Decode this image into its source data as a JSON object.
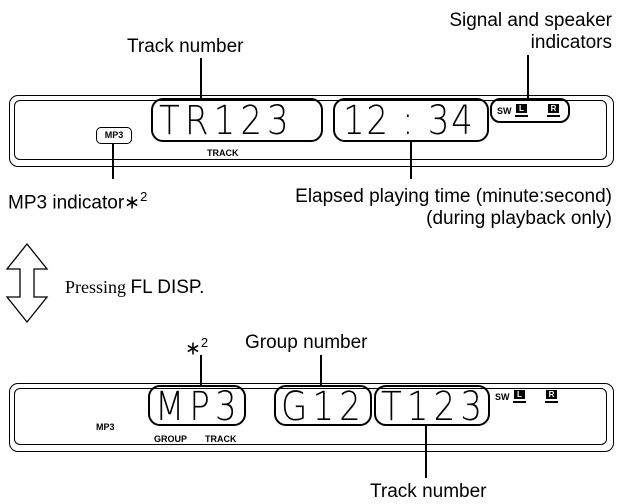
{
  "top_display": {
    "track_label": "Track number",
    "signal_label_line1": "Signal and speaker",
    "signal_label_line2": "indicators",
    "track_text": "TR123",
    "time_text": "12 : 34",
    "sw_text": "SW",
    "left_speaker": "L",
    "right_speaker": "R",
    "mp3_badge": "MP3",
    "track_small": "TRACK",
    "mp3_indicator_label": "MP3 indicator∗",
    "mp3_indicator_sup": "2",
    "elapsed_line1": "Elapsed playing time (minute:second)",
    "elapsed_line2": "(during playback only)"
  },
  "switch": {
    "pressing": "Pressing ",
    "button_name": "FL DISP."
  },
  "bottom_display": {
    "star_label": "∗",
    "star_sup": "2",
    "group_label": "Group number",
    "mp3_text": "MP3",
    "group_text": "G12",
    "track_text": "T123",
    "sw_text": "SW",
    "left_speaker": "L",
    "right_speaker": "R",
    "mp3_small": "MP3",
    "group_small": "GROUP",
    "track_small": "TRACK",
    "track_label": "Track number"
  }
}
